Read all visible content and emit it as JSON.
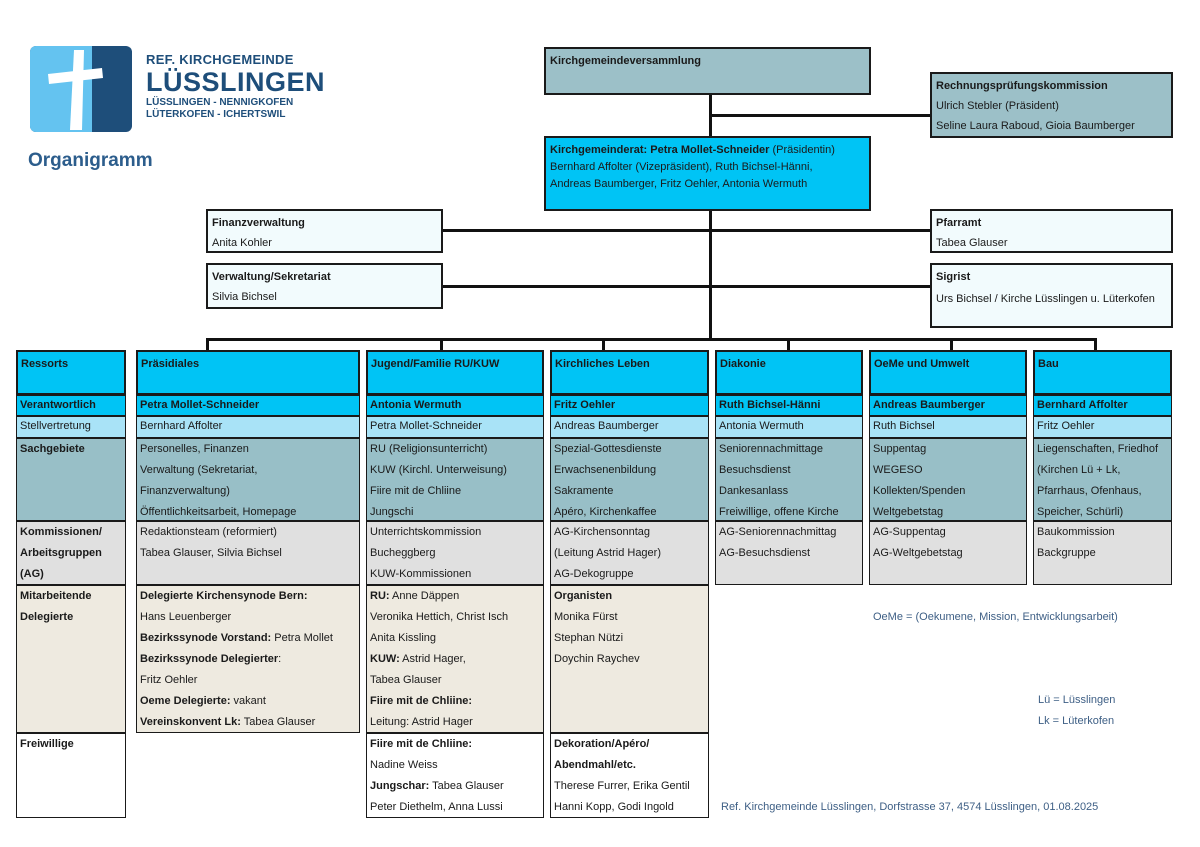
{
  "logo": {
    "line1": "REF. KIRCHGEMEINDE",
    "line2": "LÜSSLINGEN",
    "line3": "LÜSSLINGEN - NENNIGKOFEN",
    "line4": "LÜTERKOFEN - ICHERTSWIL"
  },
  "page_title": "Organigramm",
  "top": {
    "versammlung": "Kirchgemeindeversammlung",
    "rpk_title": "Rechnungsprüfungskommission",
    "rpk_line1": "Ulrich Stebler (Präsident)",
    "rpk_line2": "Seline Laura Raboud, Gioia Baumberger",
    "kgr_title": "Kirchgemeinderat: Petra Mollet-Schneider",
    "kgr_title_suffix": " (Präsidentin)",
    "kgr_line1": "Bernhard Affolter (Vizepräsident), Ruth Bichsel-Hänni,",
    "kgr_line2": "Andreas Baumberger, Fritz Oehler, Antonia Wermuth",
    "finanz_title": "Finanzverwaltung",
    "finanz_name": "Anita Kohler",
    "verwaltung_title": "Verwaltung/Sekretariat",
    "verwaltung_name": "Silvia Bichsel",
    "pfarramt_title": "Pfarramt",
    "pfarramt_name": "Tabea Glauser",
    "sigrist_title": "Sigrist",
    "sigrist_name": "Urs Bichsel / Kirche Lüsslingen u. Lüterkofen"
  },
  "rows": {
    "ressorts": "Ressorts",
    "verantwortlich": "Verantwortlich",
    "stellvertretung": "Stellvertretung",
    "sachgebiete": "Sachgebiete",
    "kommissionen": [
      "Kommissionen/",
      "Arbeitsgruppen",
      "(AG)"
    ],
    "mitarbeitende": [
      "Mitarbeitende",
      "Delegierte"
    ],
    "freiwillige": "Freiwillige"
  },
  "columns": [
    {
      "header": "Präsidiales",
      "verantwortlich": "Petra Mollet-Schneider",
      "stellvertretung": "Bernhard Affolter",
      "sachgebiete": [
        "Personelles, Finanzen",
        "Verwaltung (Sekretariat,",
        "Finanzverwaltung)",
        "Öffentlichkeitsarbeit, Homepage"
      ],
      "kommissionen": [
        "Redaktionsteam (reformiert)",
        "Tabea Glauser, Silvia Bichsel"
      ],
      "mitarbeitende": [
        {
          "bold": "Delegierte Kirchensynode Bern:",
          "text": ""
        },
        {
          "bold": "",
          "text": "Hans Leuenberger"
        },
        {
          "bold": "Bezirkssynode Vorstand:",
          "text": " Petra Mollet"
        },
        {
          "bold": "Bezirkssynode Delegierter",
          "text": ":"
        },
        {
          "bold": "",
          "text": "Fritz Oehler"
        },
        {
          "bold": "Oeme Delegierte:",
          "text": " vakant"
        },
        {
          "bold": "Vereinskonvent Lk:",
          "text": " Tabea Glauser"
        }
      ],
      "freiwillige": []
    },
    {
      "header": "Jugend/Familie RU/KUW",
      "verantwortlich": "Antonia Wermuth",
      "stellvertretung": "Petra Mollet-Schneider",
      "sachgebiete": [
        "RU (Religionsunterricht)",
        "KUW (Kirchl. Unterweisung)",
        "Fiire mit de Chliine",
        "Jungschi"
      ],
      "kommissionen": [
        "Unterrichtskommission",
        "Bucheggberg",
        "KUW-Kommissionen"
      ],
      "mitarbeitende": [
        {
          "bold": "RU:",
          "text": " Anne Däppen"
        },
        {
          "bold": "",
          "text": "Veronika Hettich, Christ Isch"
        },
        {
          "bold": "",
          "text": "Anita Kissling"
        },
        {
          "bold": "KUW:",
          "text": " Astrid Hager,"
        },
        {
          "bold": "",
          "text": "Tabea Glauser"
        },
        {
          "bold": "Fiire mit de Chliine:",
          "text": ""
        },
        {
          "bold": "",
          "text": "Leitung: Astrid Hager"
        }
      ],
      "freiwillige": [
        {
          "bold": "Fiire mit de Chliine:",
          "text": ""
        },
        {
          "bold": "",
          "text": "Nadine Weiss"
        },
        {
          "bold": "Jungschar:",
          "text": " Tabea Glauser"
        },
        {
          "bold": "",
          "text": "Peter Diethelm, Anna Lussi"
        }
      ]
    },
    {
      "header": "Kirchliches Leben",
      "verantwortlich": "Fritz Oehler",
      "stellvertretung": "Andreas Baumberger",
      "sachgebiete": [
        "Spezial-Gottesdienste",
        "Erwachsenenbildung",
        "Sakramente",
        "Apéro, Kirchenkaffee"
      ],
      "kommissionen": [
        "AG-Kirchensonntag",
        "(Leitung Astrid Hager)",
        "AG-Dekogruppe"
      ],
      "mitarbeitende": [
        {
          "bold": "Organisten",
          "text": ""
        },
        {
          "bold": "",
          "text": "Monika Fürst"
        },
        {
          "bold": "",
          "text": "Stephan Nützi"
        },
        {
          "bold": "",
          "text": "Doychin Raychev"
        }
      ],
      "freiwillige": [
        {
          "bold": "Dekoration/Apéro/",
          "text": ""
        },
        {
          "bold": "Abendmahl/etc.",
          "text": ""
        },
        {
          "bold": "",
          "text": "Therese Furrer, Erika Gentil"
        },
        {
          "bold": "",
          "text": "Hanni Kopp, Godi Ingold"
        }
      ]
    },
    {
      "header": "Diakonie",
      "verantwortlich": "Ruth Bichsel-Hänni",
      "stellvertretung": "Antonia Wermuth",
      "sachgebiete": [
        "Seniorennachmittage",
        "Besuchsdienst",
        "Dankesanlass",
        "Freiwillige, offene Kirche"
      ],
      "kommissionen": [
        "AG-Seniorennachmittag",
        "AG-Besuchsdienst"
      ],
      "mitarbeitende": [],
      "freiwillige": []
    },
    {
      "header": "OeMe und Umwelt",
      "verantwortlich": "Andreas Baumberger",
      "stellvertretung": "Ruth Bichsel",
      "sachgebiete": [
        "Suppentag",
        "WEGESO",
        "Kollekten/Spenden",
        "Weltgebetstag"
      ],
      "kommissionen": [
        "AG-Suppentag",
        "AG-Weltgebetstag"
      ],
      "mitarbeitende": [],
      "freiwillige": []
    },
    {
      "header": "Bau",
      "verantwortlich": "Bernhard Affolter",
      "stellvertretung": "Fritz Oehler",
      "sachgebiete": [
        "Liegenschaften, Friedhof",
        "(Kirchen Lü + Lk,",
        "Pfarrhaus, Ofenhaus,",
        "Speicher, Schürli)"
      ],
      "kommissionen": [
        "Baukommission",
        "Backgruppe"
      ],
      "mitarbeitende": [],
      "freiwillige": []
    }
  ],
  "notes": {
    "oeme": "OeMe = (Oekumene, Mission, Entwicklungsarbeit)",
    "lu": "Lü = Lüsslingen",
    "lk": "Lk = Lüterkofen",
    "footer": "Ref. Kirchgemeinde Lüsslingen, Dorfstrasse 37, 4574 Lüsslingen, 01.08.2025"
  },
  "colors": {
    "header": "#00c4f5",
    "teal": "#9cc0c8",
    "stellvertretung": "#a9e3f7",
    "kommissionen": "#e0e0e0",
    "mitarbeitende": "#eeeae0",
    "note_text": "#3e5f85",
    "logo_blue": "#1e4e7a",
    "logo_light": "#64c3f0"
  }
}
